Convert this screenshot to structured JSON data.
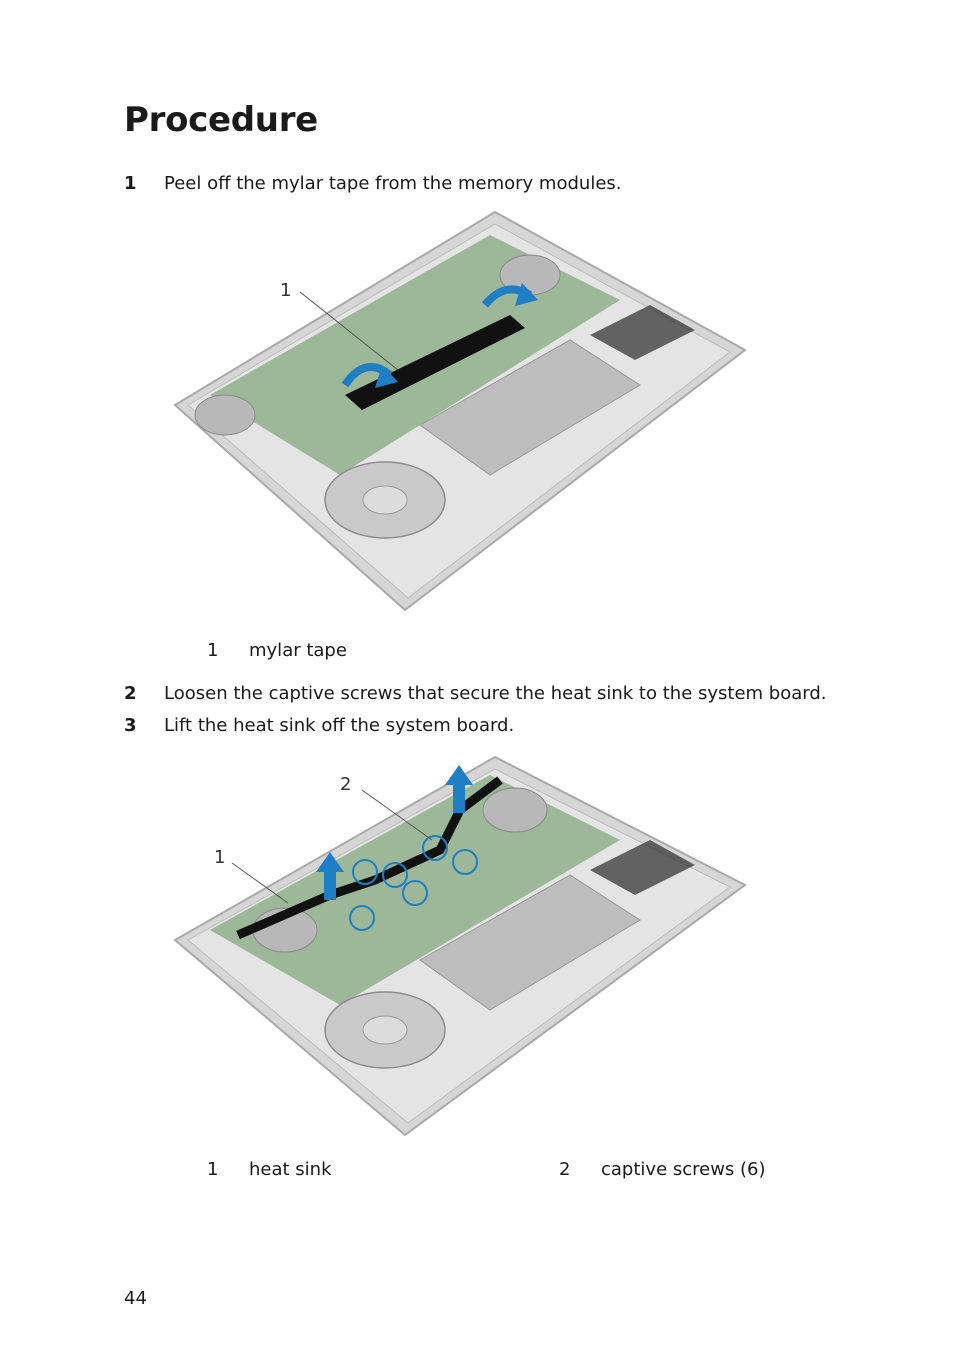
{
  "title": "Procedure",
  "steps": [
    {
      "num": "1",
      "text": "Peel off the mylar tape from the memory modules."
    },
    {
      "num": "2",
      "text": "Loosen the captive screws that secure the heat sink to the system board."
    },
    {
      "num": "3",
      "text": "Lift the heat sink off the system board."
    }
  ],
  "figure1": {
    "callouts": [
      "1"
    ],
    "captions": [
      {
        "num": "1",
        "text": "mylar tape"
      }
    ]
  },
  "figure2": {
    "callouts": [
      "1",
      "2"
    ],
    "captions": [
      {
        "num": "1",
        "text": "heat sink"
      },
      {
        "num": "2",
        "text": "captive screws (6)"
      }
    ]
  },
  "page_number": "44",
  "colors": {
    "arrow": "#1f7fc4",
    "board": "#6f9a6c",
    "chassis": "#c8c8c8"
  }
}
